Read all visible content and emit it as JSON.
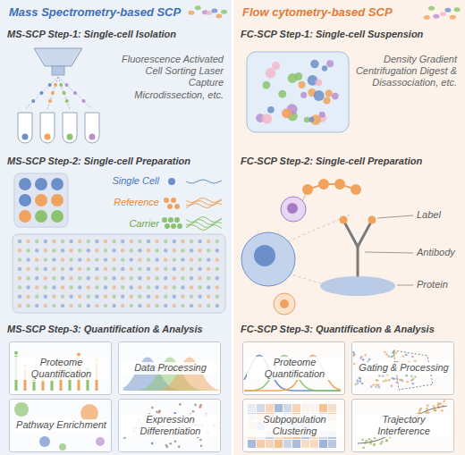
{
  "diagram": {
    "nodes": [
      {
        "text": [
          "Mass Spectrometry-based SCP"
        ]
      },
      {
        "text": [
          "MS-SCP Step-1: Single-cell Isolation",
          "Fluorescence Activated Cell Sorting Laser Capture Microdissection, etc."
        ],
        "in": 0
      },
      {
        "text": [
          "MS-SCP Step-2: Single-cell Preparation"
        ],
        "in": 0
      },
      {
        "text": [
          "MS-SCP Step-3: Quantification & Analysis"
        ],
        "in": 0
      },
      {
        "text": [
          "Proteome Quantification"
        ],
        "in": 3
      },
      {
        "text": [
          "Data Processing"
        ],
        "in": 3
      },
      {
        "text": [
          "Pathway Enrichment"
        ],
        "in": 3
      },
      {
        "text": [
          "Expression Differentiation"
        ],
        "in": 3
      },
      {
        "text": [
          "Flow cytometry-based SCP"
        ]
      },
      {
        "text": [
          "FC-SCP Step-1: Single-cell Suspension",
          "Density Gradient Centrifugation Digest & Disassociation, etc."
        ],
        "in": 8
      },
      {
        "text": [
          "FC-SCP Step-2: Single-cell Preparation"
        ],
        "in": 8
      },
      {
        "text": [
          "FC-SCP Step-3: Quantification & Analysis"
        ],
        "in": 8
      },
      {
        "text": [
          "Proteome Quantification"
        ],
        "in": 11
      },
      {
        "text": [
          "Gating & Processing"
        ],
        "in": 11
      },
      {
        "text": [
          "Subpopulation Clustering"
        ],
        "in": 11
      },
      {
        "text": [
          "Trajectory Interference"
        ],
        "in": 11
      }
    ],
    "labels": [
      "Single Cell",
      "Reference",
      "Carrier",
      "Label",
      "Antibody",
      "Protein"
    ]
  }
}
